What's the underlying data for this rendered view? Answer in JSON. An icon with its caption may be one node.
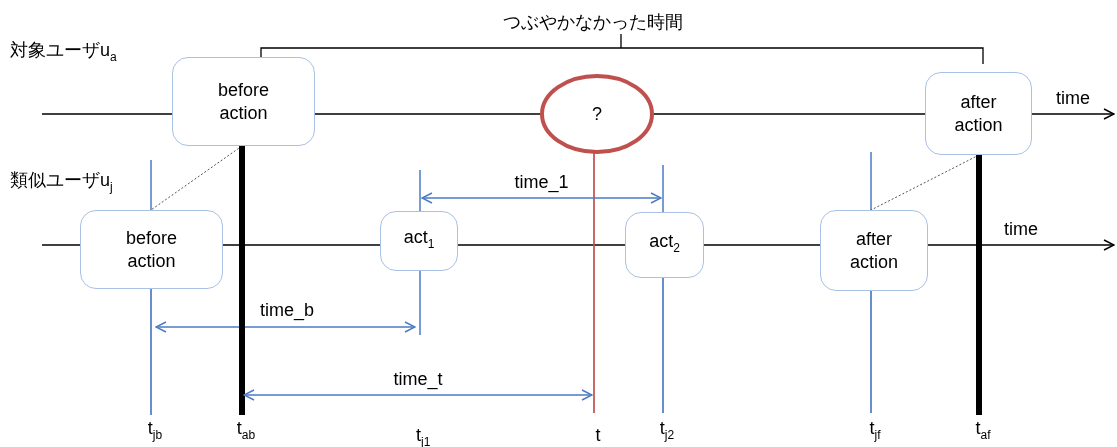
{
  "diagram": {
    "nodes": [
      {
        "text": [
          "before action"
        ]
      },
      {
        "text": [
          "?"
        ]
      },
      {
        "text": [
          "after action"
        ]
      },
      {
        "text": [
          "before action"
        ]
      },
      {
        "text": [
          "act$_{1}$"
        ]
      },
      {
        "text": [
          "act$_{2}$"
        ]
      },
      {
        "text": [
          "after action"
        ]
      },
      {
        "text": [
          "t$_{jb}$"
        ]
      },
      {
        "text": [
          "t$_{ab}$"
        ]
      },
      {
        "text": [
          "t"
        ]
      },
      {
        "text": [
          "t$_{j2}$"
        ]
      },
      {
        "text": [
          "t$_{jf}$"
        ]
      },
      {
        "text": [
          "t$_{af}$"
        ]
      }
    ],
    "edges": [
      {
        "from": null,
        "to": 0,
        "arrow": "none"
      },
      {
        "from": 0,
        "to": 1,
        "arrow": "none"
      },
      {
        "from": 1,
        "to": 2,
        "arrow": "none"
      },
      {
        "from": 2,
        "to": null,
        "arrow": "to",
        "label": "time"
      },
      {
        "from": null,
        "to": 3,
        "arrow": "none"
      },
      {
        "from": 3,
        "to": 4,
        "arrow": "none"
      },
      {
        "from": 4,
        "to": 5,
        "arrow": "none"
      },
      {
        "from": 5,
        "to": 6,
        "arrow": "none"
      },
      {
        "from": 6,
        "to": null,
        "arrow": "to",
        "label": "time"
      },
      {
        "from": 0,
        "to": 3,
        "arrow": "none",
        "style": "dashed",
        "color": "#555555"
      },
      {
        "from": 2,
        "to": 6,
        "arrow": "none",
        "style": "dashed",
        "color": "#555555"
      },
      {
        "from": 3,
        "to": 7,
        "arrow": "none",
        "color": "#4a7bc4"
      },
      {
        "from": 0,
        "to": 8,
        "arrow": "none",
        "style": "thick"
      },
      {
        "from": 1,
        "to": 9,
        "arrow": "none",
        "color": "#c0504d"
      },
      {
        "from": 5,
        "to": 10,
        "arrow": "none",
        "color": "#4a7bc4"
      },
      {
        "from": 6,
        "to": 11,
        "arrow": "none",
        "color": "#4a7bc4"
      },
      {
        "from": 2,
        "to": 12,
        "arrow": "none",
        "style": "thick"
      },
      {
        "from": 4,
        "to": 5,
        "arrow": "both",
        "label": "time_1",
        "color": "#4a7bc4"
      },
      {
        "from": 8,
        "to": 9,
        "arrow": "both",
        "label": "time_t",
        "color": "#4a7bc4"
      }
    ],
    "labels": [
      "つぶやかなかった時間",
      "対象ユーザu$_{a}$",
      "類似ユーザu$_{j}$",
      "time_b",
      "t$_{j1}$"
    ]
  }
}
